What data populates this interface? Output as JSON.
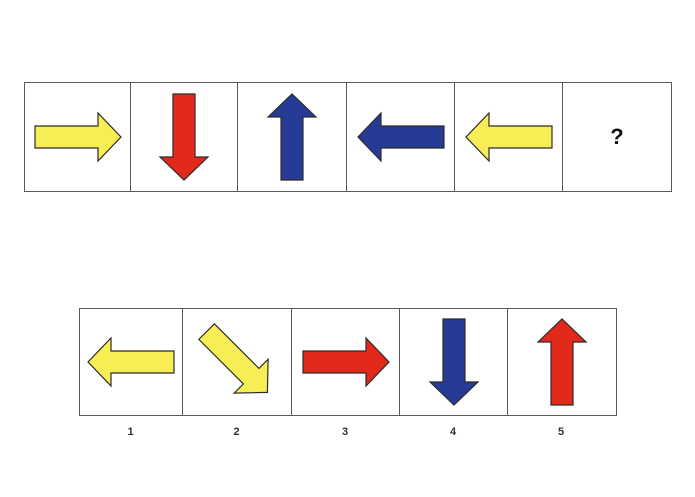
{
  "colors": {
    "yellow": "#f7ed54",
    "red": "#e3291b",
    "blue": "#263b96",
    "stroke": "#2b2b2b"
  },
  "question_row": {
    "cells": [
      {
        "arrow": "right",
        "color": "yellow"
      },
      {
        "arrow": "down",
        "color": "red"
      },
      {
        "arrow": "up",
        "color": "blue"
      },
      {
        "arrow": "left",
        "color": "blue"
      },
      {
        "arrow": "left",
        "color": "yellow"
      }
    ],
    "question_mark": "?"
  },
  "answer_row": {
    "options": [
      {
        "label": "1",
        "arrow": "left",
        "color": "yellow"
      },
      {
        "label": "2",
        "arrow": "down-right",
        "color": "yellow"
      },
      {
        "label": "3",
        "arrow": "right",
        "color": "red"
      },
      {
        "label": "4",
        "arrow": "down",
        "color": "blue"
      },
      {
        "label": "5",
        "arrow": "up",
        "color": "red"
      }
    ]
  }
}
